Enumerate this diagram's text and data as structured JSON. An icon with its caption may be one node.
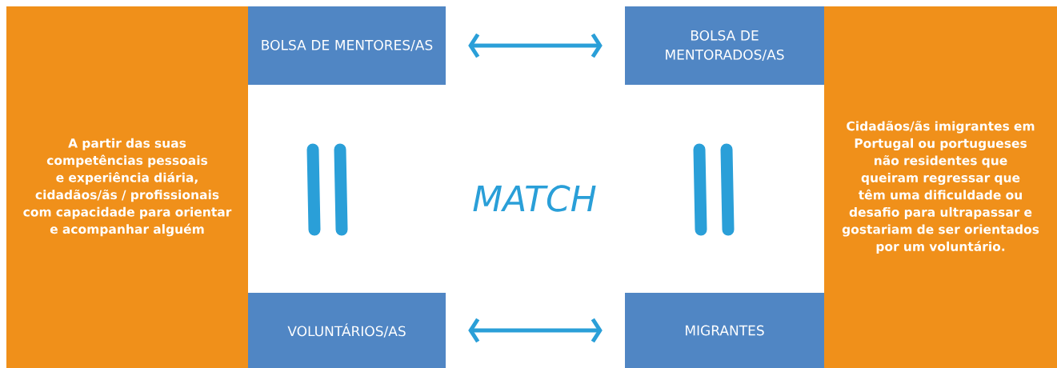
{
  "diagram": {
    "nodes": [
      {
        "text": [
          "A partir das suas competências pessoais e experiência diária, cidadãos/ãs / profissionais com capacidade para orientar e acompanhar alguém"
        ]
      },
      {
        "text": [
          "BOLSA DE MENTORES/AS"
        ]
      },
      {
        "text": [
          "BOLSA DE MENTORADOS/AS"
        ]
      },
      {
        "text": [
          "Cidadãos/ãs imigrantes em Portugal ou portugueses não residentes que queiram regressar que têm uma dificuldade ou desafio para ultrapassar e gostariam de ser orientados por um voluntário."
        ]
      },
      {
        "text": [
          "VOLUNTÁRIOS/AS"
        ]
      },
      {
        "text": [
          "MIGRANTES"
        ]
      }
    ],
    "edges": [
      {
        "from": 1,
        "to": 2,
        "arrow": "both"
      },
      {
        "from": 4,
        "to": 5,
        "arrow": "both"
      }
    ],
    "labels": [
      "MATCH"
    ]
  }
}
